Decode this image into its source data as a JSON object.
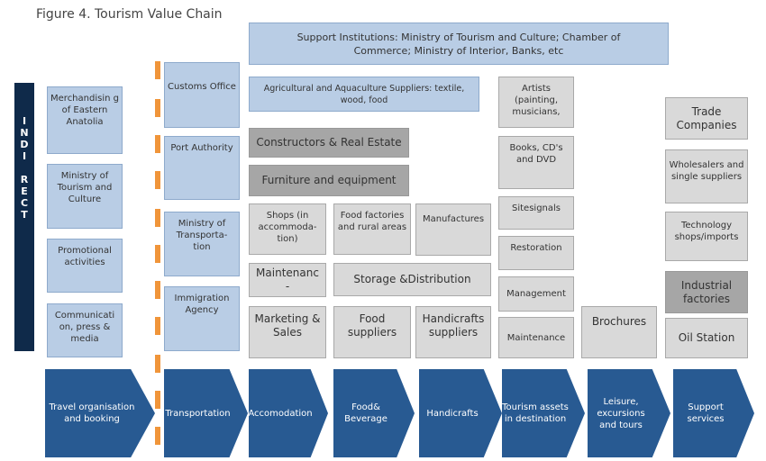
{
  "title": "Figure 4. Tourism Value Chain",
  "support_institutions": "Support Institutions: Ministry of Tourism and Culture; Chamber of Commerce; Ministry of Interior, Banks, etc",
  "indirect_label": "I\nN\nD\nI\n\nR\nE\nC\nT",
  "indirect_column": [
    "Merchandisin g of Eastern Anatolia",
    "Ministry of Tourism and Culture",
    "Promotional activities",
    "Communicati on, press & media"
  ],
  "transport_support": [
    "Customs Office",
    "Port Authority",
    "Ministry of Transporta- tion",
    "Immigration Agency"
  ],
  "agri_suppliers": "Agricultural and Aquaculture Suppliers: textile, wood, food",
  "constructors": "Constructors & Real Estate",
  "furniture": "Furniture and equipment",
  "accommodation_items": [
    "Shops (in accommoda- tion)",
    "Maintenanc -",
    "Marketing & Sales"
  ],
  "food_items": [
    "Food factories and rural areas",
    "Food suppliers"
  ],
  "storage": "Storage &Distribution",
  "handicraft_items": [
    "Manufactures",
    "Handicrafts suppliers"
  ],
  "assets_items": [
    "Artists (painting, musicians,",
    "Books, CD's and DVD",
    "Sitesignals",
    "Restoration",
    "Management",
    "Maintenance"
  ],
  "leisure_items": [
    "Brochures"
  ],
  "support_items": [
    "Trade Companies",
    "Wholesalers and single suppliers",
    "Technology shops/imports",
    "Industrial factories",
    "Oil Station"
  ],
  "chain": [
    "Travel organisation and booking",
    "Transportation",
    "Accomodation",
    "Food& Beverage",
    "Handicrafts",
    "Tourism assets in destination",
    "Leisure, excursions and tours",
    "Support services"
  ]
}
